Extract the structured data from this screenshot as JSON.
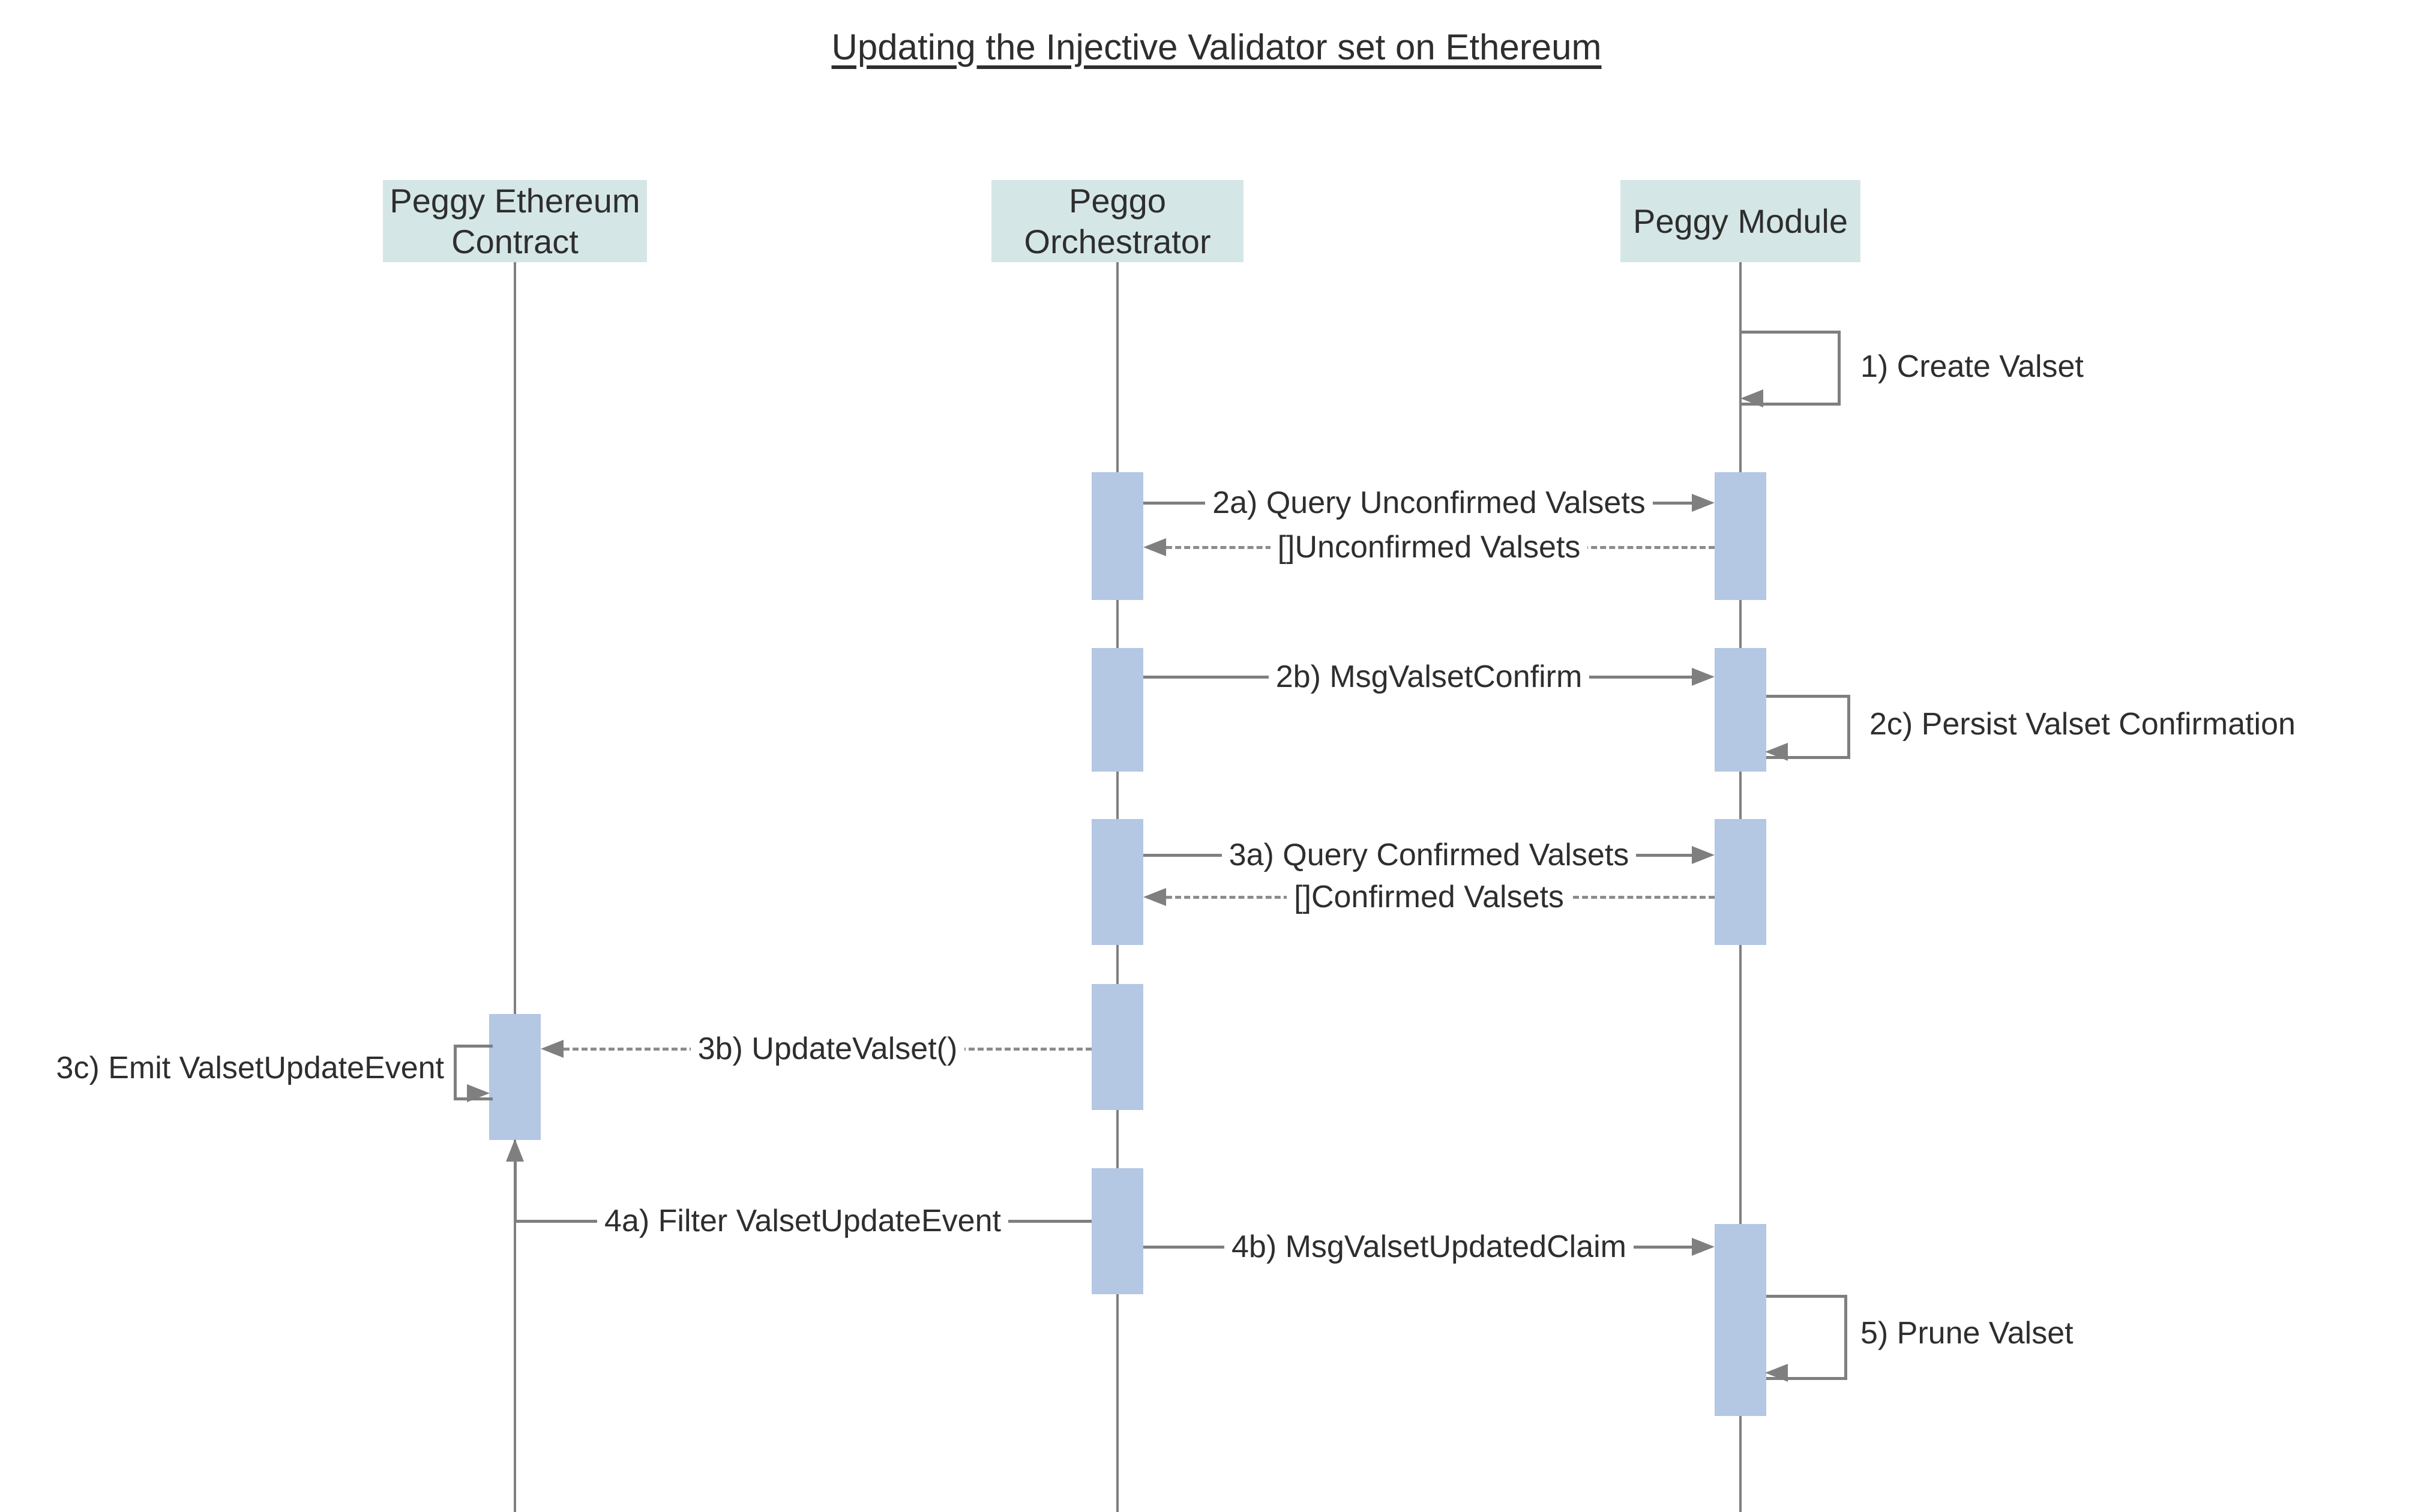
{
  "title": "Updating the Injective Validator set on Ethereum",
  "colors": {
    "header_fill": "#d5e6e6",
    "activation_fill": "#b4c7e3",
    "line": "#7f7f7f",
    "dashed_line": "#8c8c8c",
    "text": "#2e2e2e",
    "background": "#ffffff"
  },
  "participants": [
    {
      "name": "peggy-ethereum-contract",
      "line1": "Peggy Ethereum",
      "line2": "Contract"
    },
    {
      "name": "peggo-orchestrator",
      "line1": "Peggo",
      "line2": "Orchestrator"
    },
    {
      "name": "peggy-module",
      "line1": "Peggy Module",
      "line2": ""
    }
  ],
  "messages": {
    "create_valset": "1) Create Valset",
    "query_unconfirmed": "2a) Query Unconfirmed Valsets",
    "unconfirmed_return": "[]Unconfirmed Valsets",
    "msg_valset_confirm": "2b) MsgValsetConfirm",
    "persist_confirmation": "2c) Persist Valset Confirmation",
    "query_confirmed": "3a) Query Confirmed Valsets",
    "confirmed_return": "[]Confirmed Valsets",
    "update_valset": "3b) UpdateValset()",
    "emit_event": "3c) Emit ValsetUpdateEvent",
    "filter_event": "4a) Filter ValsetUpdateEvent",
    "msg_updated_claim": "4b) MsgValsetUpdatedClaim",
    "prune_valset": "5) Prune Valset"
  }
}
